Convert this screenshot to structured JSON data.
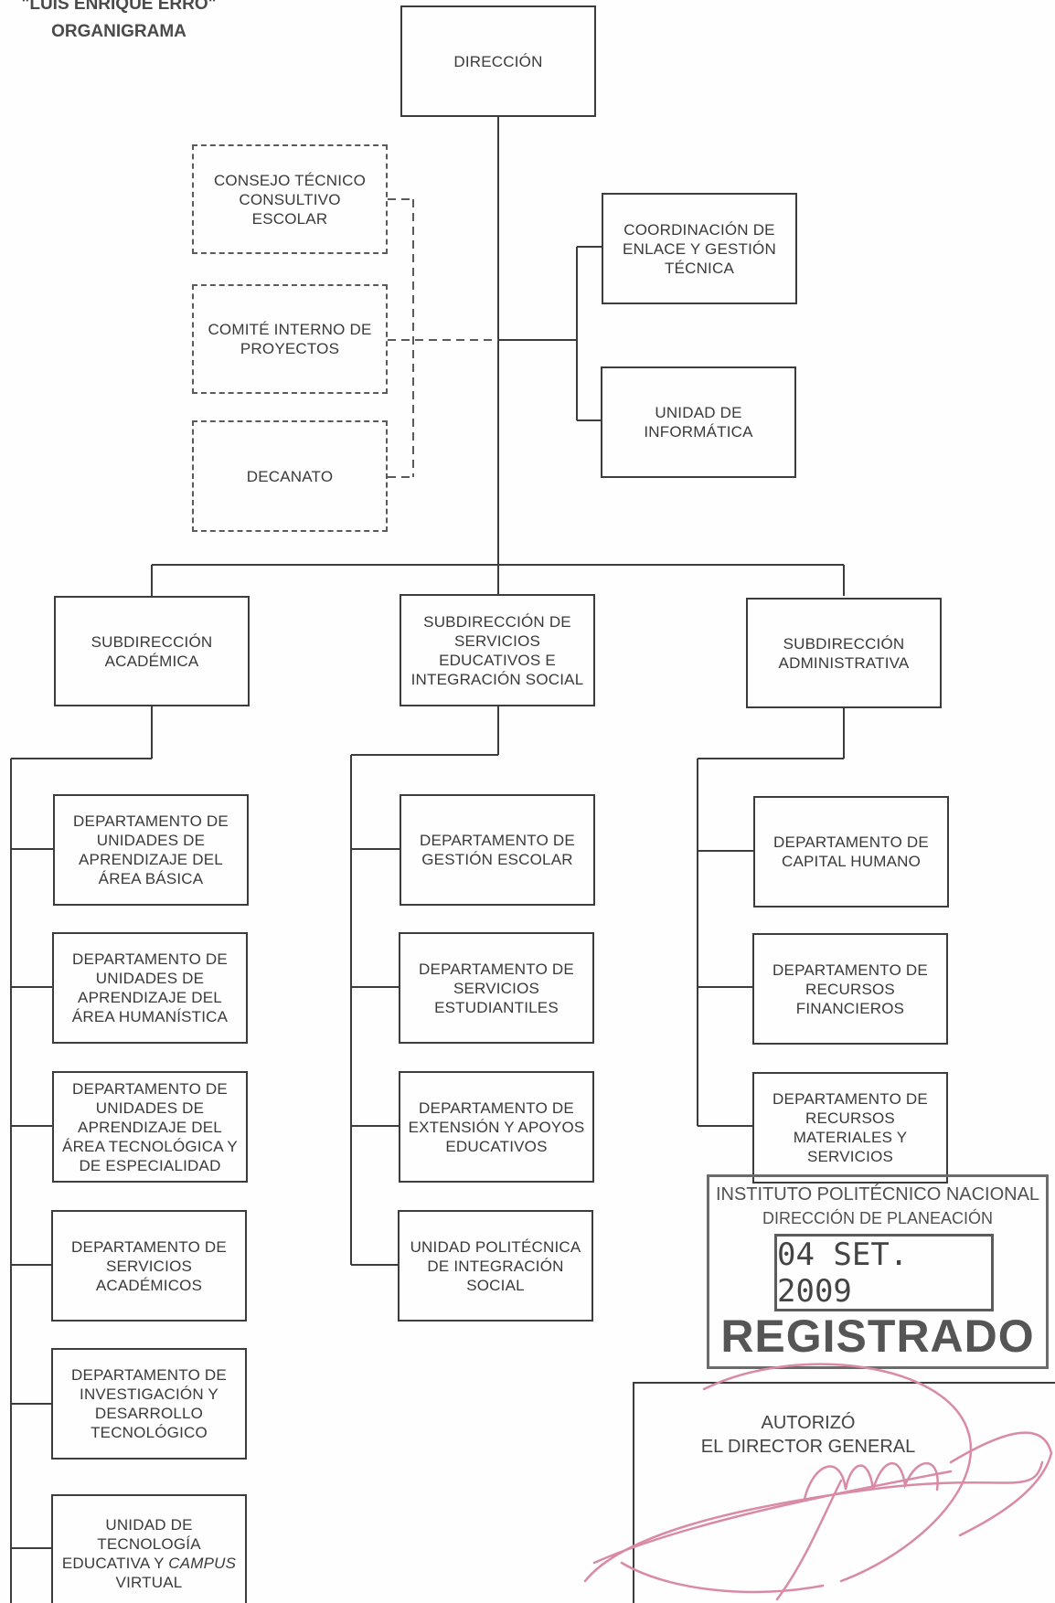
{
  "header": {
    "institution": "\"LUIS ENRIQUE ERRO\"",
    "title": "ORGANIGRAMA"
  },
  "nodes": {
    "direccion": "DIRECCIÓN",
    "consejo": [
      "CONSEJO TÉCNICO",
      "CONSULTIVO ESCOLAR"
    ],
    "comite": [
      "COMITÉ INTERNO DE",
      "PROYECTOS"
    ],
    "decanato": [
      "DECANATO"
    ],
    "coordinacion": [
      "COORDINACIÓN DE",
      "ENLACE Y GESTIÓN",
      "TÉCNICA"
    ],
    "informatica": [
      "UNIDAD DE",
      "INFORMÁTICA"
    ],
    "sub_academica": [
      "SUBDIRECCIÓN",
      "ACADÉMICA"
    ],
    "sub_servicios": [
      "SUBDIRECCIÓN DE",
      "SERVICIOS",
      "EDUCATIVOS E",
      "INTEGRACIÓN SOCIAL"
    ],
    "sub_administrativa": [
      "SUBDIRECCIÓN",
      "ADMINISTRATIVA"
    ],
    "dep_area_basica": [
      "DEPARTAMENTO DE",
      "UNIDADES DE",
      "APRENDIZAJE DEL",
      "ÁREA BÁSICA"
    ],
    "dep_area_humanistica": [
      "DEPARTAMENTO DE",
      "UNIDADES DE",
      "APRENDIZAJE DEL",
      "ÁREA HUMANÍSTICA"
    ],
    "dep_area_tecnologica": [
      "DEPARTAMENTO DE",
      "UNIDADES DE",
      "APRENDIZAJE DEL",
      "ÁREA TECNOLÓGICA Y",
      "DE ESPECIALIDAD"
    ],
    "dep_servicios_academicos": [
      "DEPARTAMENTO DE",
      "SERVICIOS",
      "ACADÉMICOS"
    ],
    "dep_investigacion": [
      "DEPARTAMENTO DE",
      "INVESTIGACIÓN Y",
      "DESARROLLO",
      "TECNOLÓGICO"
    ],
    "unidad_tecnologia": [
      "UNIDAD DE",
      "TECNOLOGÍA",
      "EDUCATIVA Y CAMPUS",
      "VIRTUAL"
    ],
    "dep_gestion_escolar": [
      "DEPARTAMENTO DE",
      "GESTIÓN ESCOLAR"
    ],
    "dep_servicios_estudiantiles": [
      "DEPARTAMENTO DE",
      "SERVICIOS",
      "ESTUDIANTILES"
    ],
    "dep_extension": [
      "DEPARTAMENTO DE",
      "EXTENSIÓN Y APOYOS",
      "EDUCATIVOS"
    ],
    "unidad_integracion": [
      "UNIDAD POLITÉCNICA",
      "DE INTEGRACIÓN",
      "SOCIAL"
    ],
    "dep_capital_humano": [
      "DEPARTAMENTO DE",
      "CAPITAL HUMANO"
    ],
    "dep_recursos_financieros": [
      "DEPARTAMENTO DE",
      "RECURSOS",
      "FINANCIEROS"
    ],
    "dep_recursos_materiales": [
      "DEPARTAMENTO DE",
      "RECURSOS",
      "MATERIALES Y",
      "SERVICIOS"
    ]
  },
  "stamp": {
    "line1": "INSTITUTO POLITÉCNICO NACIONAL",
    "line2": "DIRECCIÓN DE PLANEACIÓN",
    "date": "04 SET. 2009",
    "status": "REGISTRADO"
  },
  "authorization": {
    "line1": "AUTORIZÓ",
    "line2": "EL DIRECTOR GENERAL"
  },
  "colors": {
    "ink": "#3c3c3c",
    "stamp": "#6b6b6b",
    "signature": "#d98aa6"
  }
}
